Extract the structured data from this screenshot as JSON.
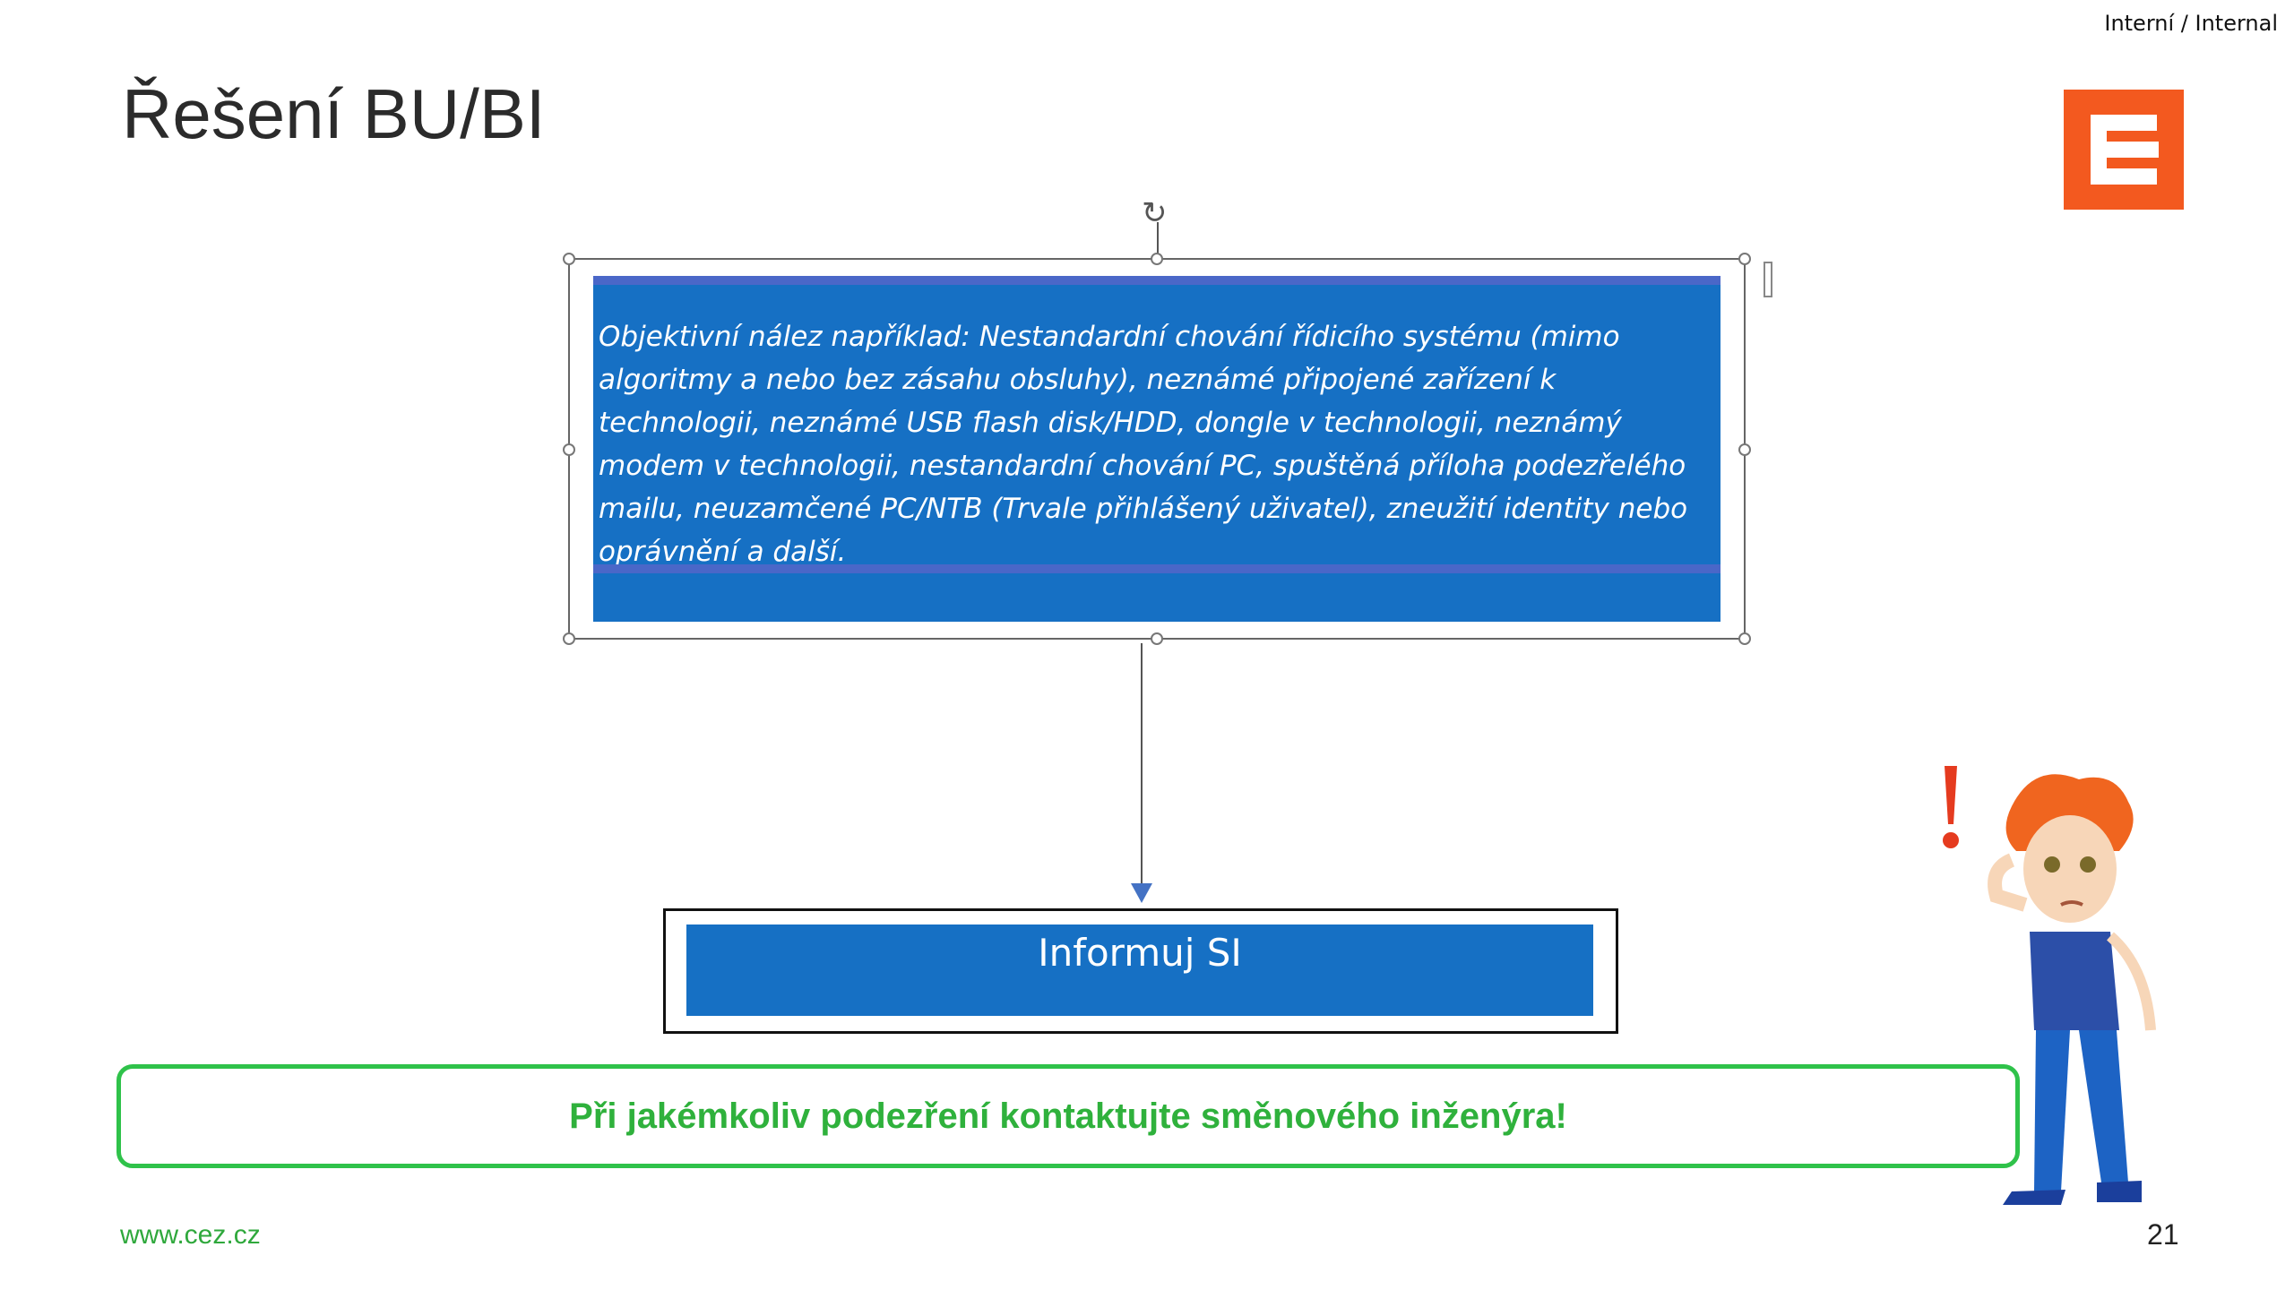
{
  "header": {
    "classification": "Interní / Internal",
    "title": "Řešení BU/BI"
  },
  "brand": {
    "logo_icon": "cez-logo-icon",
    "color": "#f3591f"
  },
  "finding_box": {
    "text": "Objektivní nález například: Nestandardní chování řídicího systému (mimo algoritmy a nebo bez zásahu obsluhy), neznámé připojené zařízení k technologii, neznámé USB flash disk/HDD, dongle v technologii, neznámý modem v technologii, nestandardní chování PC, spuštěná příloha podezřelého mailu, neuzamčené PC/NTB (Trvale přihlášený uživatel), zneužití identity nebo oprávnění a další.",
    "fill_color": "#1670c4"
  },
  "action_box": {
    "label": "Informuj SI"
  },
  "notice": {
    "text": "Při jakémkoliv podezření kontaktujte směnového inženýra!",
    "color": "#2fb13c"
  },
  "footer": {
    "url": "www.cez.cz",
    "page_number": "21"
  }
}
